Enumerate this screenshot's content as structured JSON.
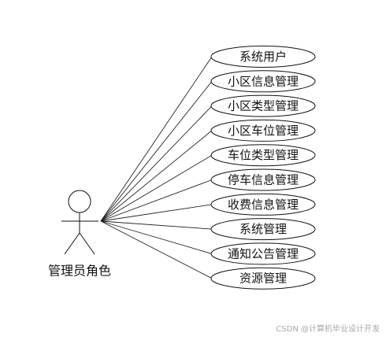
{
  "actor": {
    "label": "管理员角色"
  },
  "use_cases": [
    "系统用户",
    "小区信息管理",
    "小区类型管理",
    "小区车位管理",
    "车位类型管理",
    "停车信息管理",
    "收费信息管理",
    "系统管理",
    "通知公告管理",
    "资源管理"
  ],
  "watermark": "CSDN @计算机毕业设计开发"
}
